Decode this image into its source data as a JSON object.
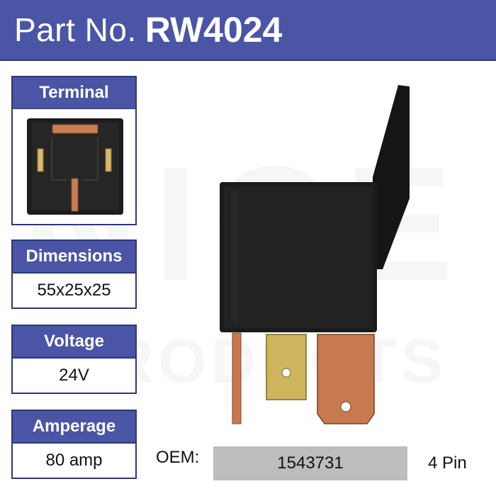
{
  "header": {
    "prefix": "Part No.",
    "part_number": "RW4024"
  },
  "specs": {
    "terminal": {
      "label": "Terminal"
    },
    "dimensions": {
      "label": "Dimensions",
      "value": "55x25x25"
    },
    "voltage": {
      "label": "Voltage",
      "value": "24V"
    },
    "amperage": {
      "label": "Amperage",
      "value": "80 amp"
    }
  },
  "oem": {
    "label": "OEM:",
    "value": "1543731"
  },
  "pins": {
    "value": "4 Pin"
  },
  "watermark": {
    "line1": "NICE",
    "line2": "PRODUCTS"
  },
  "colors": {
    "brand_blue": "#4a55a6",
    "border_blue": "#2f3878",
    "oem_grey": "#bdbdbd"
  }
}
